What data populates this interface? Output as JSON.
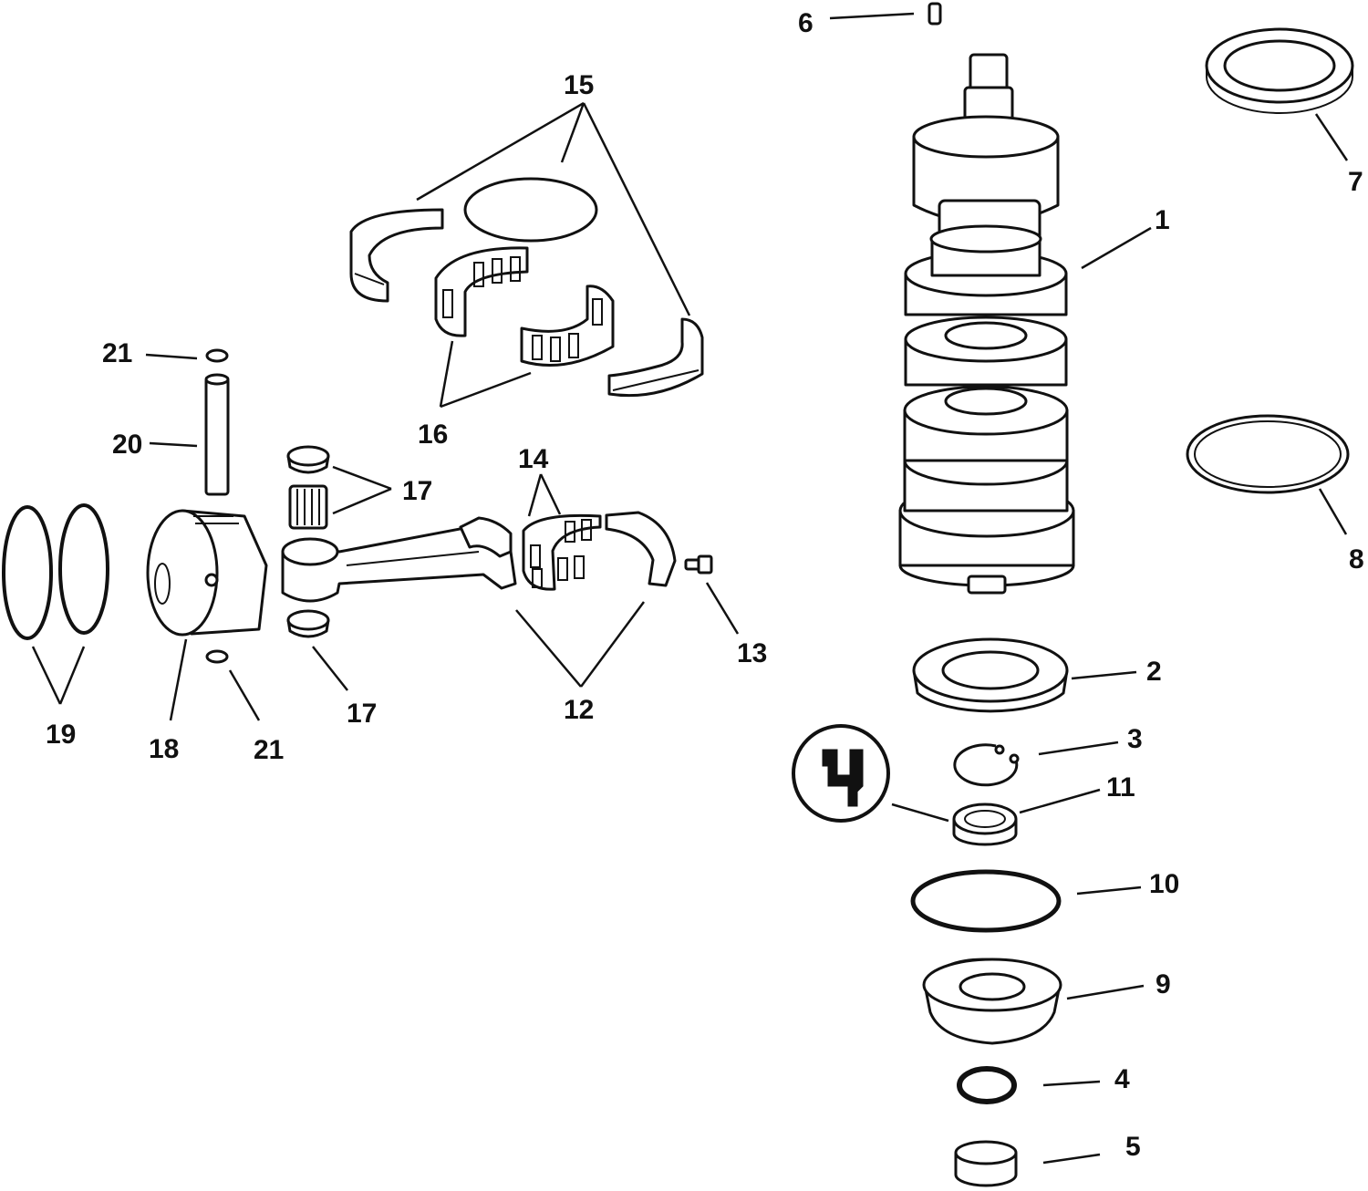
{
  "callouts": {
    "c1": "1",
    "c2": "2",
    "c3": "3",
    "c4": "4",
    "c5": "5",
    "c6": "6",
    "c7": "7",
    "c8": "8",
    "c9": "9",
    "c10": "10",
    "c11": "11",
    "c12": "12",
    "c13": "13",
    "c14": "14",
    "c15": "15",
    "c16": "16",
    "c17a": "17",
    "c17b": "17",
    "c18": "18",
    "c19": "19",
    "c20": "20",
    "c21a": "21",
    "c21b": "21"
  },
  "colors": {
    "ink": "#111111",
    "paper": "#ffffff"
  },
  "icons": {
    "detail_symbol": "lubricant-symbol-icon"
  }
}
